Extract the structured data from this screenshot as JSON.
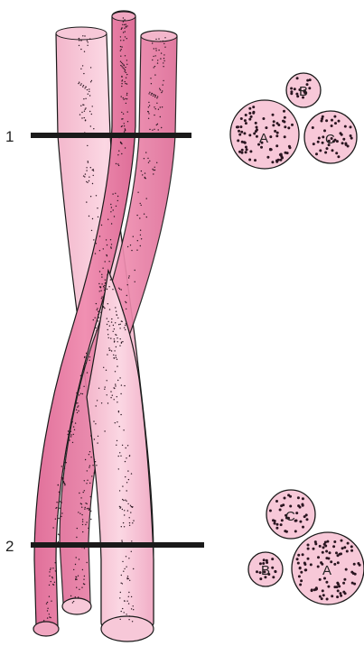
{
  "colors": {
    "background": "#ffffff",
    "fiber_light": "#f7c8d8",
    "fiber_mid": "#f0a6c0",
    "fiber_dark": "#e27aa2",
    "edge": "#1a1a1a",
    "stipple": "#2a1520",
    "line": "#1a1a1a"
  },
  "sections": [
    {
      "label": "1",
      "cross_sections": [
        {
          "label": "A",
          "fill": "#f7c8d8"
        },
        {
          "label": "B",
          "fill": "#f7c8d8"
        },
        {
          "label": "C",
          "fill": "#f7c8d8"
        }
      ]
    },
    {
      "label": "2",
      "cross_sections": [
        {
          "label": "C",
          "fill": "#f7c8d8"
        },
        {
          "label": "B",
          "fill": "#f7c8d8"
        },
        {
          "label": "A",
          "fill": "#f7c8d8"
        }
      ]
    }
  ]
}
